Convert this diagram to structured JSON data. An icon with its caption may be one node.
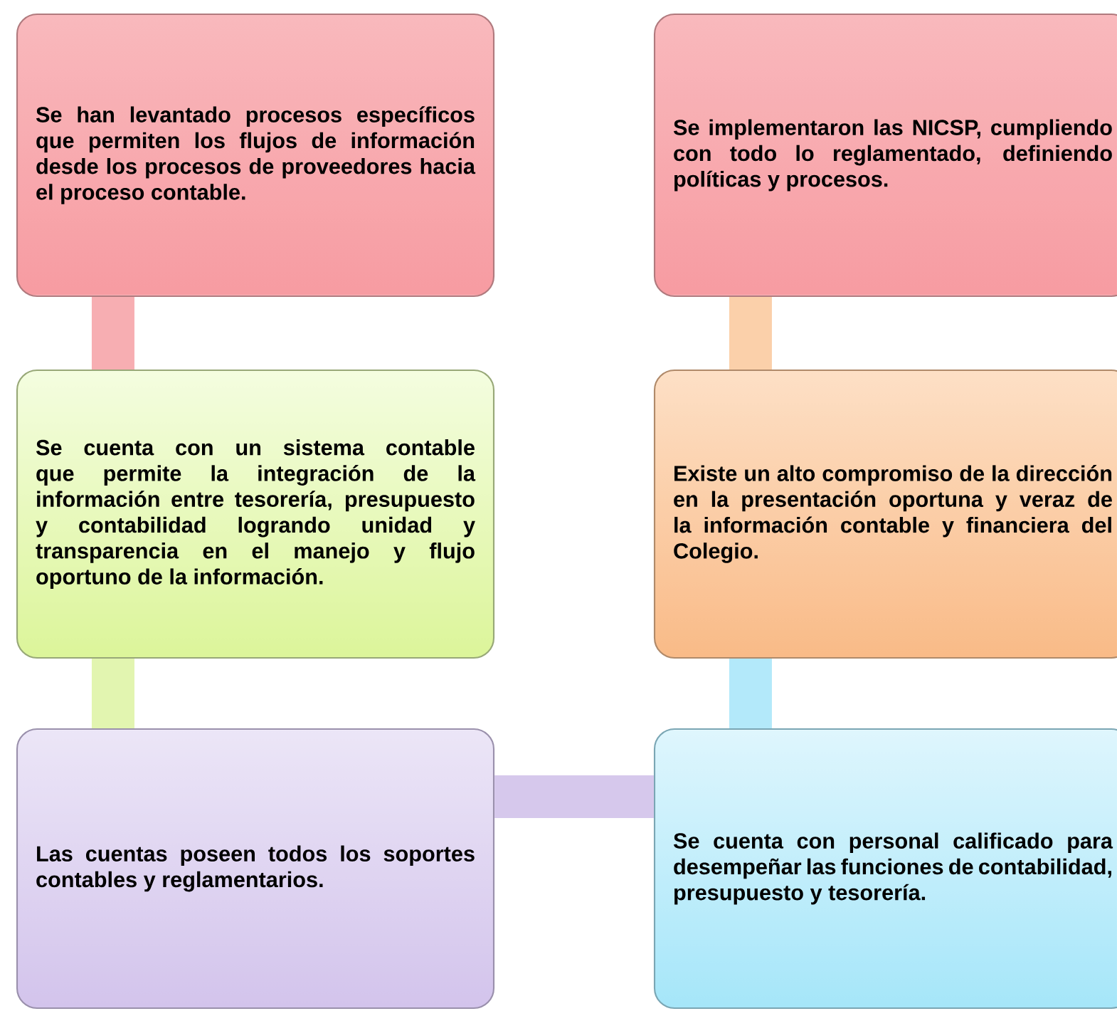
{
  "diagram": {
    "nodes": [
      {
        "text": [
          "Se han levantado procesos específicos que permiten los flujos de información desde los procesos de proveedores hacia el proceso contable."
        ]
      },
      {
        "text": [
          "Se cuenta con un sistema contable que permite la integración de la información entre tesorería, presupuesto y contabilidad logrando unidad y transparencia en el manejo y flujo oportuno de la información."
        ]
      },
      {
        "text": [
          "Las cuentas poseen todos los soportes contables y reglamentarios."
        ]
      },
      {
        "text": [
          "Se cuenta con personal calificado para desempeñar las funciones de contabilidad, presupuesto y tesorería."
        ]
      },
      {
        "text": [
          "Existe un alto compromiso de la dirección en la presentación oportuna y veraz de la información contable y financiera del Colegio."
        ]
      },
      {
        "text": [
          "Se implementaron las NICSP, cumpliendo con todo lo reglamentado, definiendo políticas y procesos."
        ]
      }
    ],
    "edges": [
      {
        "from": 0,
        "to": 1,
        "arrow": "none",
        "color": "#f7aeb2"
      },
      {
        "from": 1,
        "to": 2,
        "arrow": "none",
        "color": "#e2f5b0"
      },
      {
        "from": 2,
        "to": 3,
        "arrow": "none",
        "color": "#d6c8ec"
      },
      {
        "from": 3,
        "to": 4,
        "arrow": "none",
        "color": "#b3e9fa"
      },
      {
        "from": 4,
        "to": 5,
        "arrow": "none",
        "color": "#fbd0aa"
      }
    ]
  }
}
